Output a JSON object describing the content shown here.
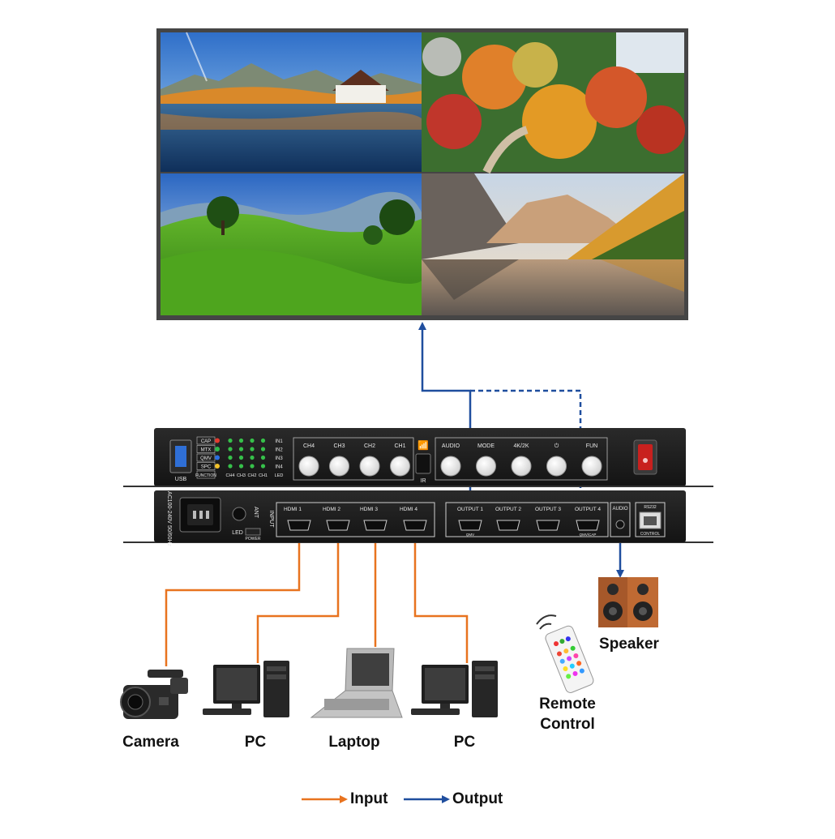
{
  "colors": {
    "input": "#e8731f",
    "output": "#1f4e9e",
    "device": "#1b1b1b",
    "tv_frame": "#454545"
  },
  "front_panel": {
    "usb": "USB",
    "indicators": [
      "CAP",
      "MTX",
      "QMV",
      "SPC",
      "FUNCTION"
    ],
    "inputs_col": [
      "IN1",
      "IN2",
      "IN3",
      "IN4",
      "LED"
    ],
    "channels_row": [
      "CH4",
      "CH3",
      "CH2",
      "CH1"
    ],
    "channel_buttons": [
      "CH4",
      "CH3",
      "CH2",
      "CH1"
    ],
    "ir_label": "IR",
    "func_buttons": [
      "AUDIO",
      "MODE",
      "4K/2K",
      "⏻",
      "FUN"
    ]
  },
  "rear_panel": {
    "power_label": "AC100-240V 50/60Hz",
    "ant_label": "ANT",
    "led_label": "LED",
    "power_sw_label": "POWER",
    "input_group": "INPUT",
    "hdmi_inputs": [
      "HDMI 1",
      "HDMI 2",
      "HDMI 3",
      "HDMI 4"
    ],
    "hdmi_outputs": [
      "OUTPUT 1",
      "OUTPUT 2",
      "OUTPUT 3",
      "OUTPUT 4"
    ],
    "out1_sub": "QMV",
    "out4_sub": "QMV/CAP",
    "audio_label": "AUDIO",
    "rs232_label": "RS232",
    "control_label": "CONTROL"
  },
  "devices": {
    "camera": "Camera",
    "pc1": "PC",
    "laptop": "Laptop",
    "pc2": "PC",
    "speaker": "Speaker",
    "remote": "Remote\nControl"
  },
  "legend": {
    "input": "Input",
    "output": "Output"
  }
}
